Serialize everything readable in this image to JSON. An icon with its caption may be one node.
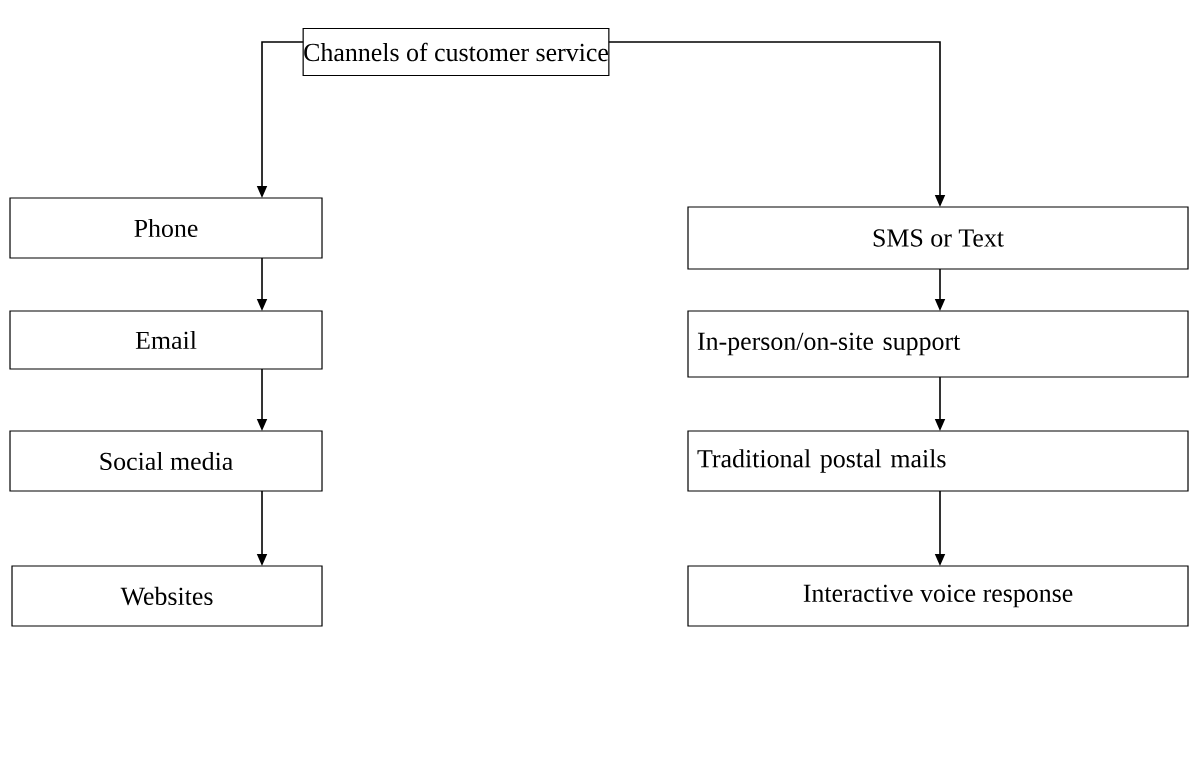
{
  "diagram": {
    "nodes": [
      {
        "text": [
          "Channels of customer service"
        ]
      },
      {
        "text": [
          "Phone"
        ]
      },
      {
        "text": [
          "Email"
        ]
      },
      {
        "text": [
          "Social media"
        ]
      },
      {
        "text": [
          "Websites"
        ]
      },
      {
        "text": [
          "SMS or Text"
        ]
      },
      {
        "text": [
          "In-person/on-site support"
        ]
      },
      {
        "text": [
          "Traditional postal mails"
        ]
      },
      {
        "text": [
          "Interactive voice response"
        ]
      }
    ],
    "edges": [
      {
        "from": 0,
        "to": 1,
        "arrow": "to"
      },
      {
        "from": 1,
        "to": 2,
        "arrow": "to"
      },
      {
        "from": 2,
        "to": 3,
        "arrow": "to"
      },
      {
        "from": 3,
        "to": 4,
        "arrow": "to"
      },
      {
        "from": 0,
        "to": 5,
        "arrow": "to"
      },
      {
        "from": 5,
        "to": 6,
        "arrow": "to"
      },
      {
        "from": 6,
        "to": 7,
        "arrow": "to"
      },
      {
        "from": 7,
        "to": 8,
        "arrow": "to"
      }
    ]
  }
}
